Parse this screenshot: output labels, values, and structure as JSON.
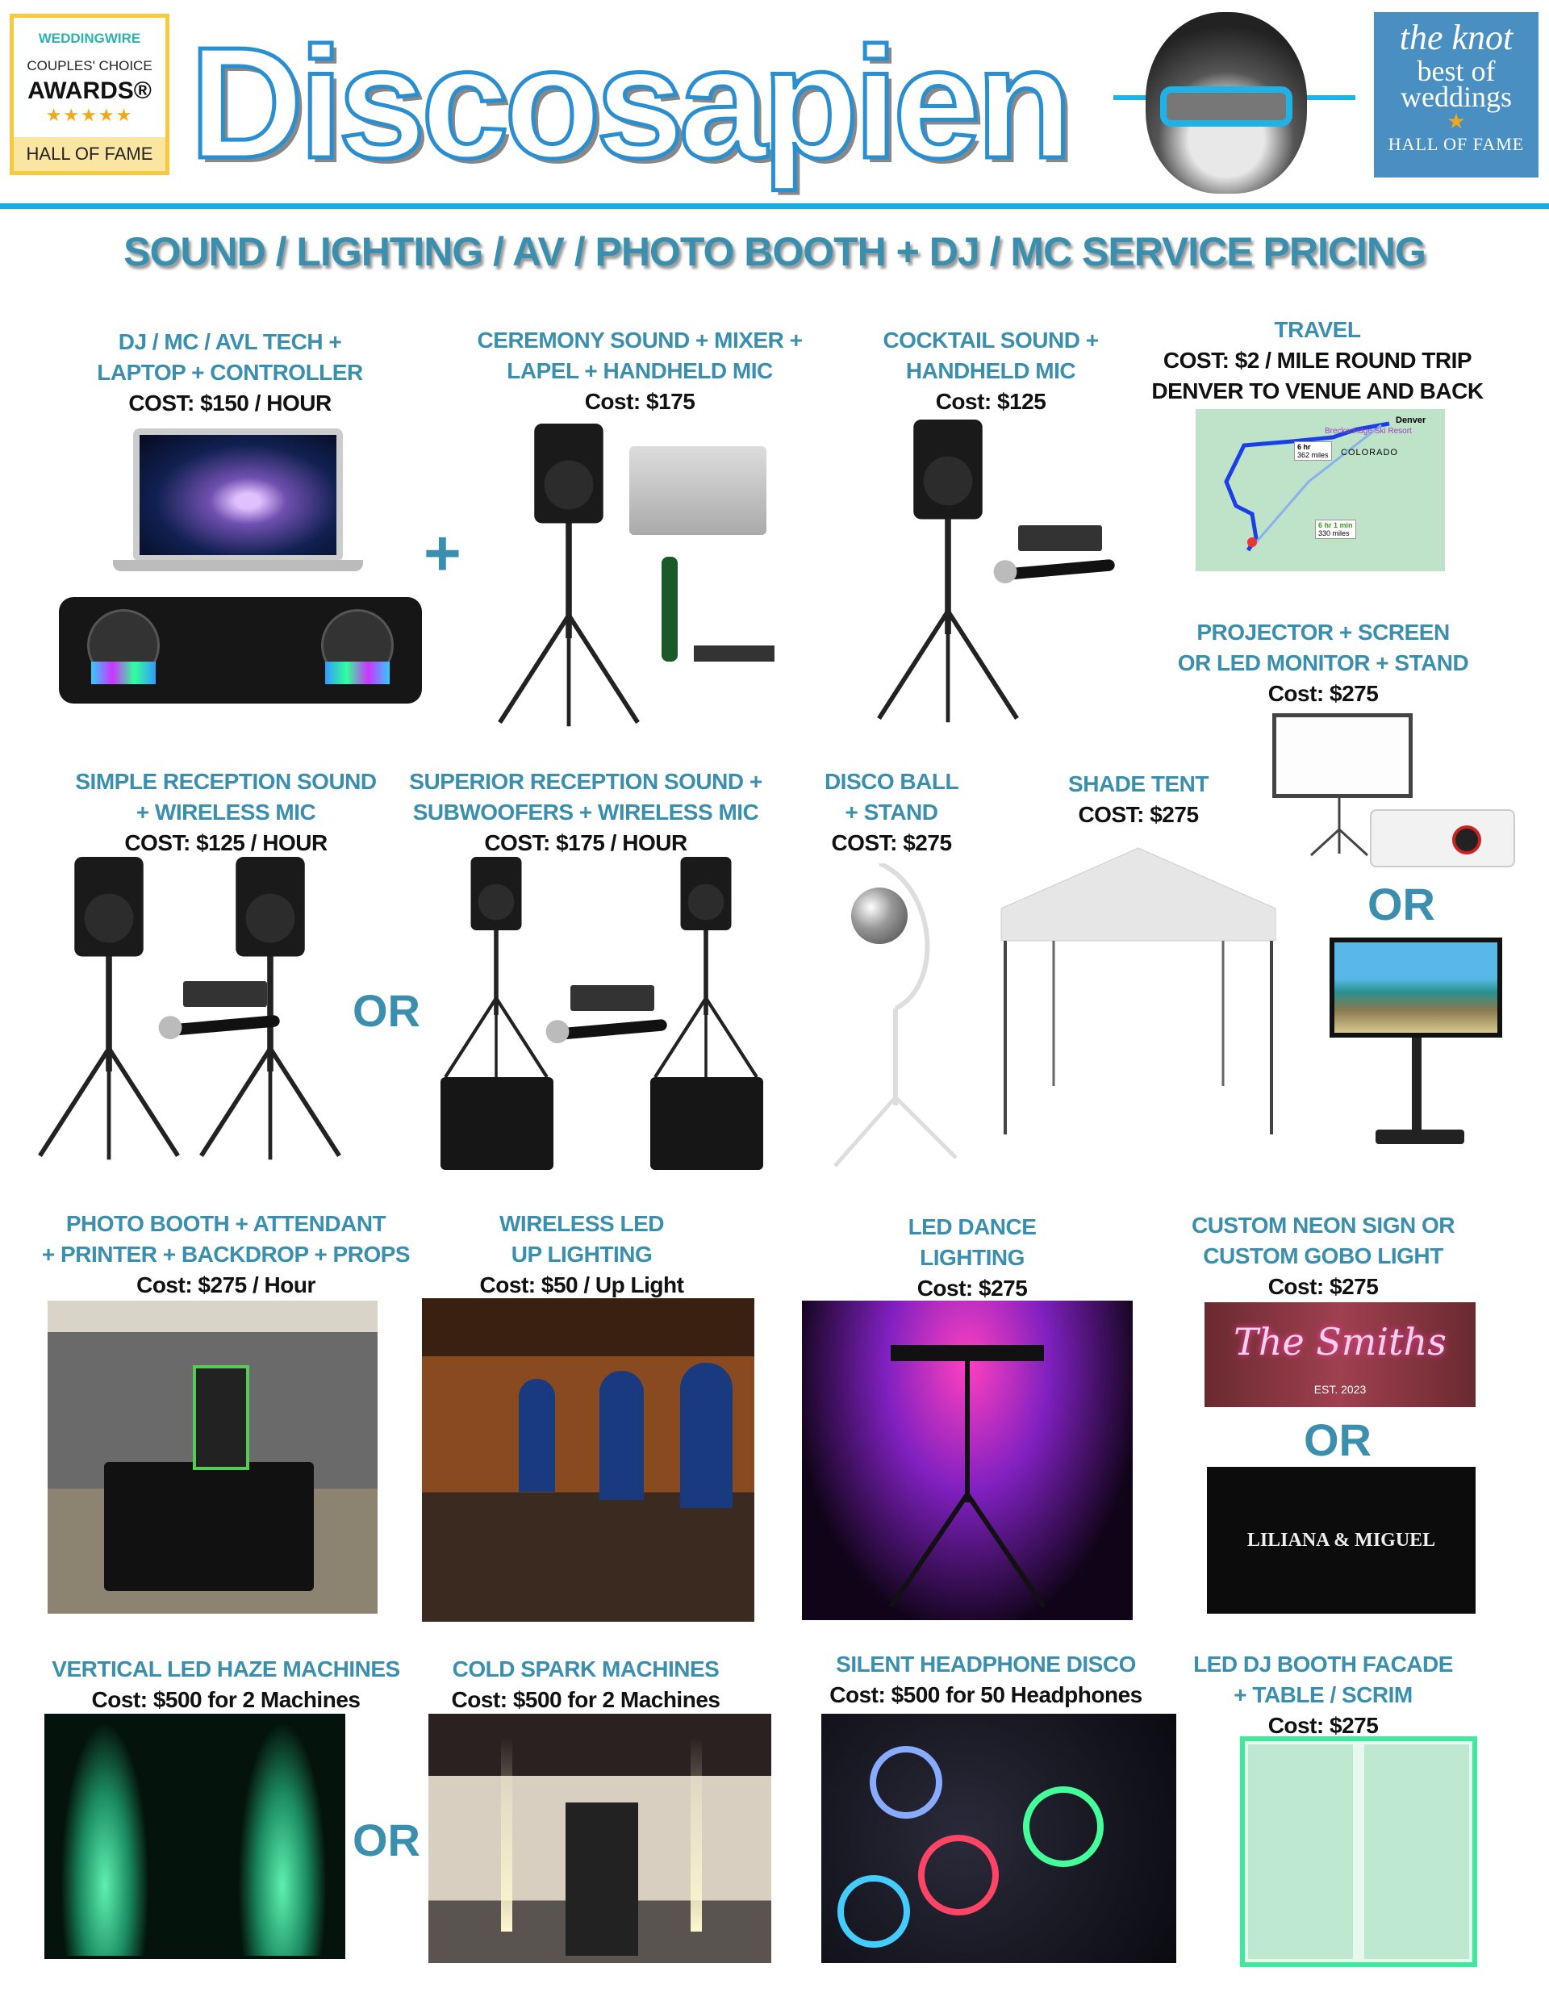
{
  "header": {
    "weddingwire": {
      "brand": "WEDDINGWIRE",
      "line1": "COUPLES' CHOICE",
      "line2": "AWARDS®",
      "stars": "★★★★★",
      "footer": "HALL OF FAME"
    },
    "logo_text": "Discosapien",
    "theknot": {
      "line1": "the knot",
      "line2": "best of",
      "line3": "weddings",
      "footer": "HALL OF FAME"
    }
  },
  "page_title": "SOUND / LIGHTING / AV / PHOTO BOOTH + DJ / MC SERVICE PRICING",
  "items": [
    {
      "id": "djmc",
      "title": [
        "DJ / MC / AVL TECH +",
        "LAPTOP + CONTROLLER"
      ],
      "cost": "COST: $150 / HOUR"
    },
    {
      "id": "ceremony",
      "title": [
        "CEREMONY SOUND + MIXER +",
        "LAPEL + HANDHELD MIC"
      ],
      "cost": "Cost: $175"
    },
    {
      "id": "cocktail",
      "title": [
        "COCKTAIL SOUND +",
        "HANDHELD MIC"
      ],
      "cost": "Cost: $125"
    },
    {
      "id": "travel",
      "title": [
        "TRAVEL"
      ],
      "cost": "COST: $2 / MILE ROUND TRIP",
      "cost2": "DENVER TO VENUE AND BACK"
    },
    {
      "id": "projector",
      "title": [
        "PROJECTOR + SCREEN",
        "OR LED MONITOR + STAND"
      ],
      "cost": "Cost: $275"
    },
    {
      "id": "simple",
      "title": [
        "SIMPLE RECEPTION SOUND",
        "+ WIRELESS MIC"
      ],
      "cost": "COST: $125 / HOUR"
    },
    {
      "id": "superior",
      "title": [
        "SUPERIOR RECEPTION SOUND +",
        "SUBWOOFERS + WIRELESS MIC"
      ],
      "cost": "COST: $175 / HOUR"
    },
    {
      "id": "disco",
      "title": [
        "DISCO BALL",
        "+ STAND"
      ],
      "cost": "COST: $275"
    },
    {
      "id": "tent",
      "title": [
        "SHADE TENT"
      ],
      "cost": "COST: $275"
    },
    {
      "id": "booth",
      "title": [
        "PHOTO BOOTH + ATTENDANT",
        "+ PRINTER + BACKDROP + PROPS"
      ],
      "cost": "Cost: $275 / Hour"
    },
    {
      "id": "uplight",
      "title": [
        "WIRELESS LED",
        "UP LIGHTING"
      ],
      "cost": "Cost: $50 / Up Light"
    },
    {
      "id": "dance",
      "title": [
        "LED DANCE",
        "LIGHTING"
      ],
      "cost": "Cost: $275"
    },
    {
      "id": "neon",
      "title": [
        "CUSTOM NEON SIGN OR",
        "CUSTOM GOBO LIGHT"
      ],
      "cost": "Cost: $275"
    },
    {
      "id": "haze",
      "title": [
        "VERTICAL LED HAZE MACHINES"
      ],
      "cost": "Cost: $500 for 2 Machines"
    },
    {
      "id": "spark",
      "title": [
        "COLD SPARK MACHINES"
      ],
      "cost": "Cost: $500 for 2 Machines"
    },
    {
      "id": "silent",
      "title": [
        "SILENT HEADPHONE DISCO"
      ],
      "cost": "Cost: $500 for 50 Headphones"
    },
    {
      "id": "facade",
      "title": [
        "LED DJ BOOTH FACADE",
        "+ TABLE / SCRIM"
      ],
      "cost": "Cost: $275"
    }
  ],
  "plus": "+",
  "or": "OR",
  "map": {
    "denver": "Denver",
    "colorado": "COLORADO",
    "route1_time": "6 hr",
    "route1_miles": "362 miles",
    "route2_time": "6 hr 1 min",
    "route2_miles": "330 miles",
    "resort": "Breckenridge Ski Resort"
  },
  "neon_sign": {
    "name": "The Smiths",
    "est": "EST. 2023"
  },
  "gobo": {
    "name": "LILIANA & MIGUEL"
  },
  "colors": {
    "accent": "#3a8fae",
    "rule": "#14aee3",
    "badge": "#f7c93c",
    "knot": "#4a8fc2"
  }
}
